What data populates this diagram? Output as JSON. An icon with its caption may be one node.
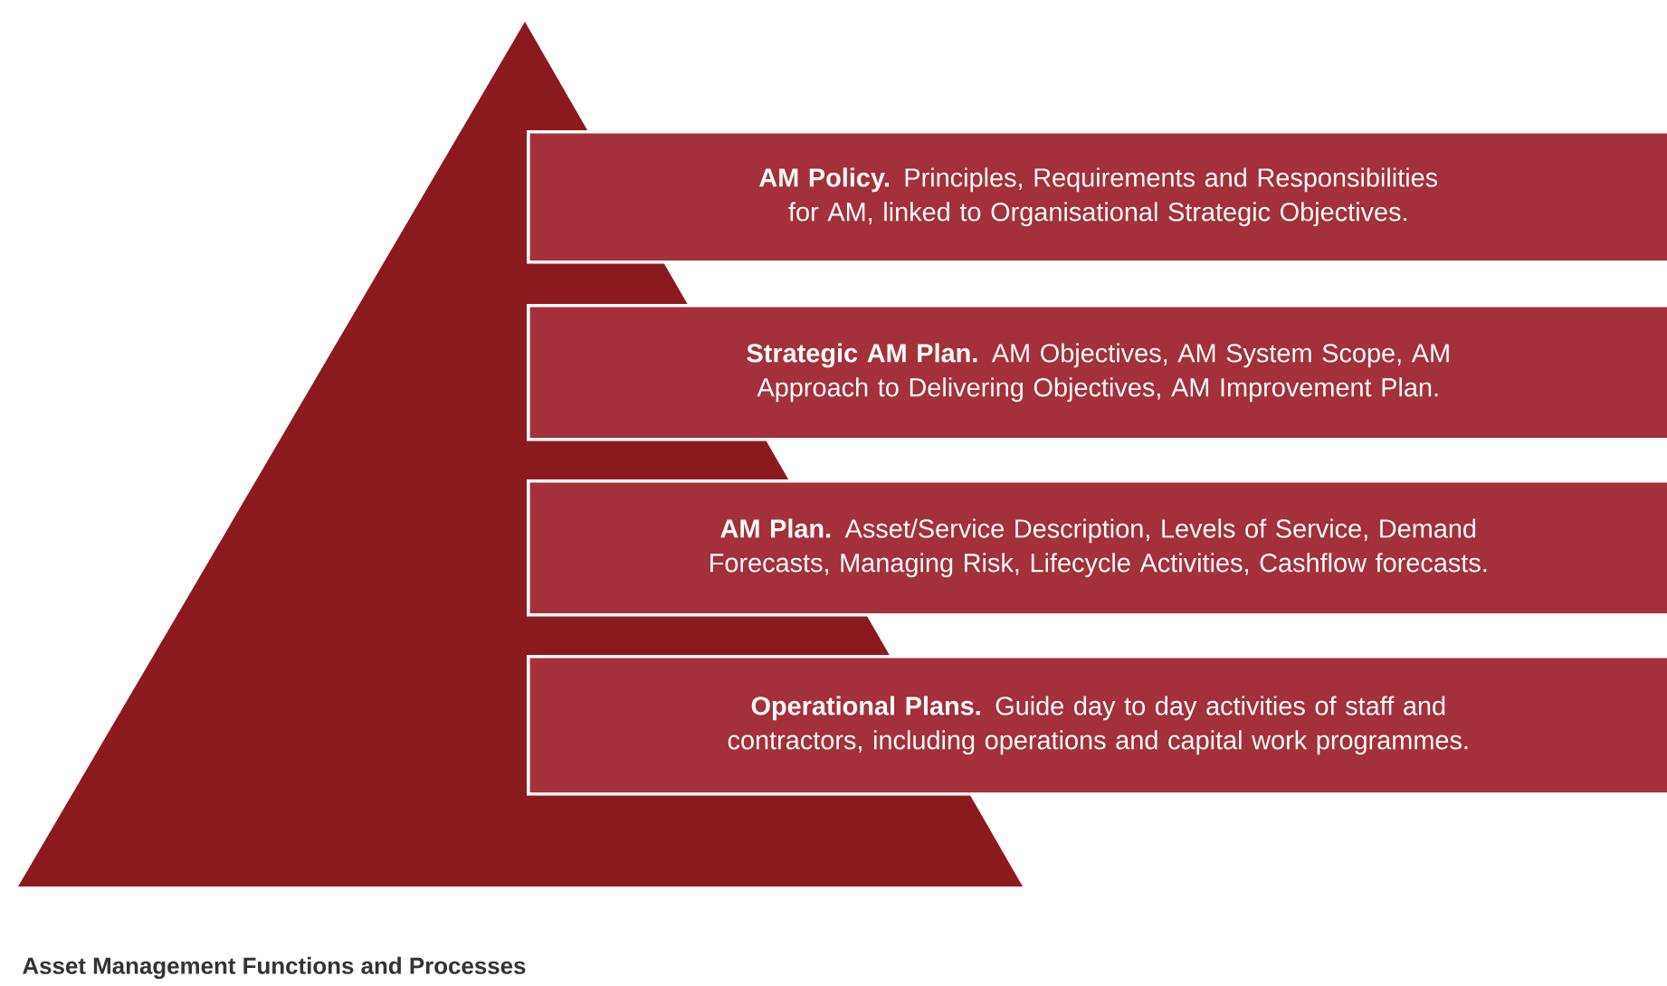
{
  "diagram": {
    "caption": "Asset Management Functions and Processes",
    "nodes": [
      {
        "text": [
          "**AM Policy.** Principles, Requirements and Responsibilities for AM, linked to Organisational Strategic Objectives."
        ]
      },
      {
        "text": [
          "**Strategic AM Plan.** AM Objectives, AM System Scope, AM Approach to Delivering Objectives, AM Improvement Plan."
        ]
      },
      {
        "text": [
          "**AM Plan.** Asset/Service Description, Levels of Service, Demand Forecasts, Managing Risk, Lifecycle Activities, Cashflow forecasts."
        ]
      },
      {
        "text": [
          "**Operational Plans.** Guide day to day activities of staff and contractors, including operations and capital work programmes."
        ]
      }
    ]
  }
}
